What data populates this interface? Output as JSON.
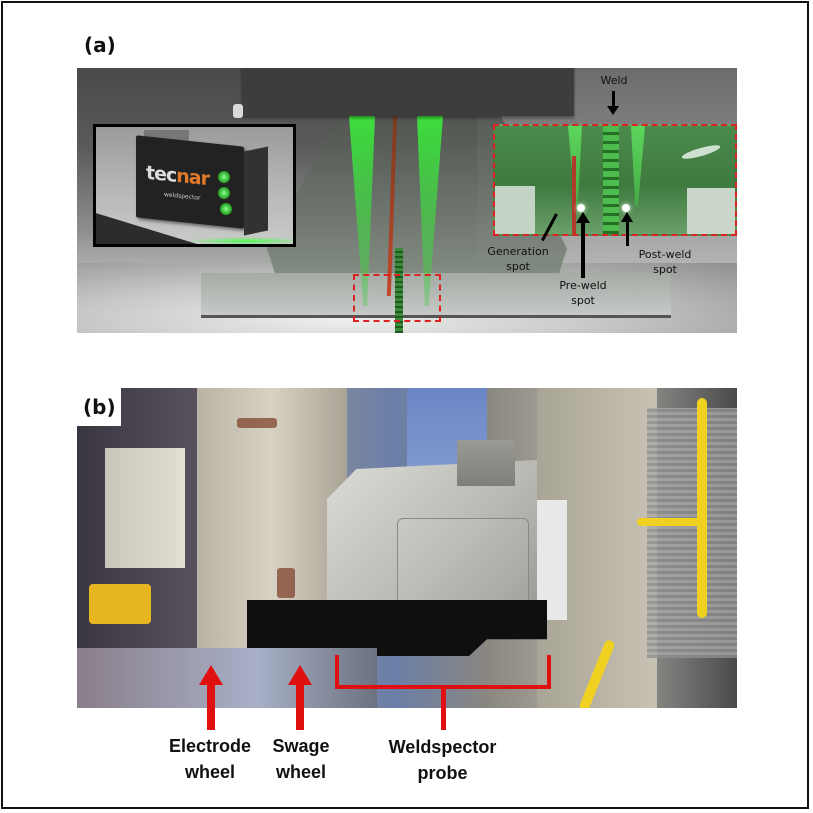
{
  "figure": {
    "panel_a": {
      "label": "(a)",
      "inset_brand": {
        "prefix": "tec",
        "accent": "nar",
        "subtitle": "weldspector"
      },
      "annotations": {
        "weld": "Weld",
        "generation_spot": [
          "Generation",
          "spot"
        ],
        "pre_weld_spot": [
          "Pre-weld",
          "spot"
        ],
        "post_weld_spot": [
          "Post-weld",
          "spot"
        ]
      },
      "colors": {
        "laser_green": "#3cd23c",
        "zoom_box_dash": "#d22222",
        "generation_beam": "#c4482a",
        "housing": "#3d3d3d"
      }
    },
    "panel_b": {
      "label": "(b)",
      "annotations": {
        "electrode_wheel": [
          "Electrode",
          "wheel"
        ],
        "swage_wheel": [
          "Swage",
          "wheel"
        ],
        "weldspector_probe": [
          "Weldspector",
          "probe"
        ]
      },
      "colors": {
        "arrow_red": "#e01010",
        "railing_yellow": "#f0d020"
      }
    }
  }
}
